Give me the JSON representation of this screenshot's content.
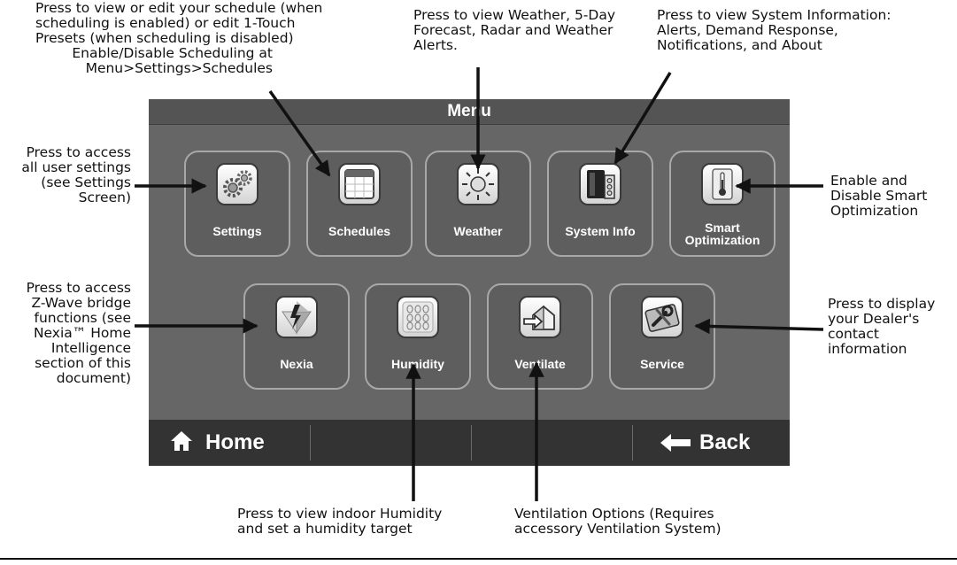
{
  "screen": {
    "title": "Menu",
    "tiles_row1": [
      {
        "label": "Settings",
        "icon": "gear-icon"
      },
      {
        "label": "Schedules",
        "icon": "calendar-icon"
      },
      {
        "label": "Weather",
        "icon": "sun-icon"
      },
      {
        "label": "System Info",
        "icon": "system-unit-icon"
      },
      {
        "label_line1": "Smart",
        "label_line2": "Optimization",
        "icon": "thermometer-icon"
      }
    ],
    "tiles_row2": [
      {
        "label": "Nexia",
        "icon": "nexia-bolt-icon"
      },
      {
        "label": "Humidity",
        "icon": "humidity-drops-icon"
      },
      {
        "label": "Ventilate",
        "icon": "house-vent-icon"
      },
      {
        "label": "Service",
        "icon": "wrench-icon"
      }
    ],
    "home_label": "Home",
    "back_label": "Back"
  },
  "callouts": {
    "schedules": [
      "Press to view or edit your schedule (when",
      "scheduling is enabled) or edit 1-Touch",
      "Presets (when scheduling is disabled)",
      "Enable/Disable Scheduling at",
      "Menu>Settings>Schedules"
    ],
    "weather": [
      "Press to view Weather, 5-Day",
      "Forecast, Radar and Weather",
      "Alerts."
    ],
    "system_info": [
      "Press to view System Information:",
      "Alerts, Demand Response,",
      "Notifications, and About"
    ],
    "settings": [
      "Press to access",
      "all user settings",
      "(see Settings",
      "Screen)"
    ],
    "smart": [
      "Enable and",
      "Disable Smart",
      "Optimization"
    ],
    "nexia": [
      "Press to access",
      "Z-Wave bridge",
      "functions (see",
      "Nexia™ Home",
      "Intelligence",
      "section of this",
      "document)"
    ],
    "service": [
      "Press to display",
      "your Dealer's",
      "contact",
      "information"
    ],
    "humidity": [
      "Press to view indoor Humidity",
      "and set a humidity target"
    ],
    "ventilate": [
      "Ventilation Options (Requires",
      "accessory Ventilation System)"
    ]
  }
}
